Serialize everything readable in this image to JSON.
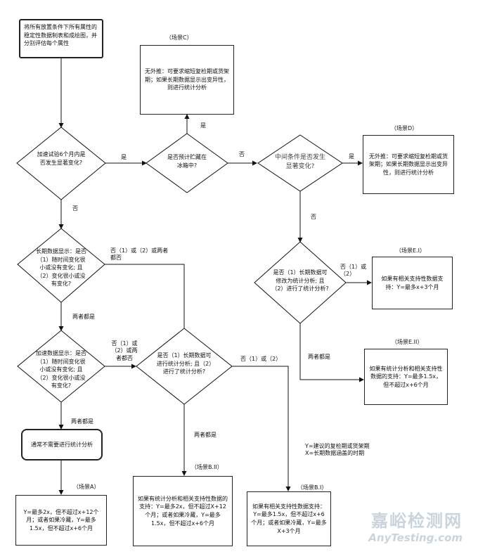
{
  "start_box": "将所有放置条件下所有属性的稳定性数据制表和成绘图，并分别评估每个属性",
  "diamonds": {
    "d1": "加速试验6个月内是否发生显著变化?",
    "d2": "是否预计贮藏在冰箱中?",
    "d3": "中间条件是否发生显著变化?",
    "d4": "长期数据显示：是否（1）随时间变化很小或没有变化; 且（2）变化很小或没有变化?",
    "d5": "是否（1）长期数据可修改为统计分析; 且（2）进行了统计分析?",
    "d6": "加速数据显示：是否（1）随时间变化很小或没有变化; 且（2）变化很小或没有变化?",
    "d7": "是否（1）长期数据可进行统计分析; 且（2）进行了统计分析?"
  },
  "boxes": {
    "scene_c": "无外推：可要求缩短复检期或货架期；如果长期数据显示出变异性，则进行统计分析",
    "scene_d": "无外推：可要求缩短复检期或货架期；如果长期数据显示出变异性，则进行统计分析",
    "scene_ei": "如果有相关支持性数据支持：Y=最多x+3个月",
    "scene_eii": "如果有统计分析和相关支持性数据的支持：Y=最多1.5x，但不超过x+6个月",
    "no_stat": "通常不需要进行统计分析",
    "scene_a": "Y=最多2x，但不超过x+12个月；或者如果冷藏，Y=最多1.5x，但不超过x+6个月",
    "scene_bii": "如果有统计分析和相关支持性数据的支持：Y=最多2x，但不超过X+12个月；或者如果冷藏，Y=最多1.5x，但不超过x+6个月",
    "scene_bi": "如果有相关支持性数据支持：Y=最多1.5x，但不超过x+6个月；或者如果冷藏，Y=最多X+3个月"
  },
  "scene_labels": {
    "c": "（场景C）",
    "d": "（场景D）",
    "ei": "（场景E.I）",
    "eii": "（场景E.II）",
    "a": "（场景A）",
    "bii": "（场景B.II）",
    "bi": "（场景B.I）"
  },
  "edge_labels": {
    "yes": "是",
    "no": "否",
    "both_yes": "两者都是",
    "no_1_or_2": "否（1）或（2）",
    "no_1_or_2_or_both": "否（1）或（2）或两者都否",
    "no_1_or_2_both_stack": "否（1）或（2）或两者都否"
  },
  "legend": {
    "line1": "Y=建议的复检期或货架期",
    "line2": "X=长期数据涵盖的时期"
  },
  "watermark": {
    "cn": "嘉峪检测网",
    "en": "AnyTesting.com"
  }
}
